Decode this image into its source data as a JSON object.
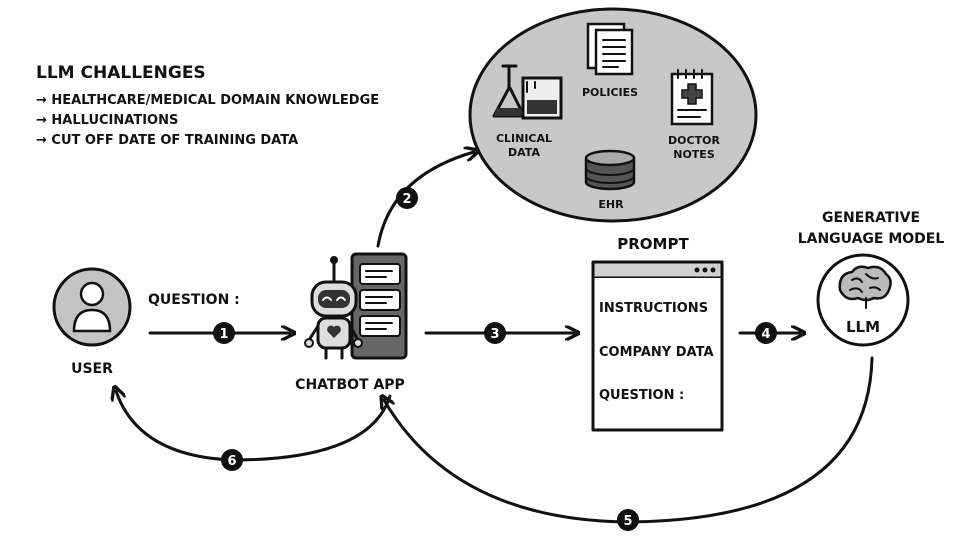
{
  "challenges": {
    "title": "LLM CHALLENGES",
    "items": [
      "→ HEALTHCARE/MEDICAL DOMAIN KNOWLEDGE",
      "→ HALLUCINATIONS",
      "→ CUT OFF DATE OF TRAINING DATA"
    ]
  },
  "user": {
    "label": "USER"
  },
  "question_label": "QUESTION :",
  "chatbot": {
    "label": "CHATBOT APP"
  },
  "sources": {
    "clinical": [
      "CLINICAL",
      "DATA"
    ],
    "policies": "POLICIES",
    "doctor": [
      "DOCTOR",
      "NOTES"
    ],
    "ehr": "EHR"
  },
  "prompt": {
    "title": "PROMPT",
    "instructions": "INSTRUCTIONS",
    "company_data": "COMPANY DATA",
    "question": "QUESTION :"
  },
  "llm": {
    "title": [
      "GENERATIVE",
      "LANGUAGE MODEL"
    ],
    "label": "LLM"
  },
  "steps": [
    "1",
    "2",
    "3",
    "4",
    "5",
    "6"
  ]
}
